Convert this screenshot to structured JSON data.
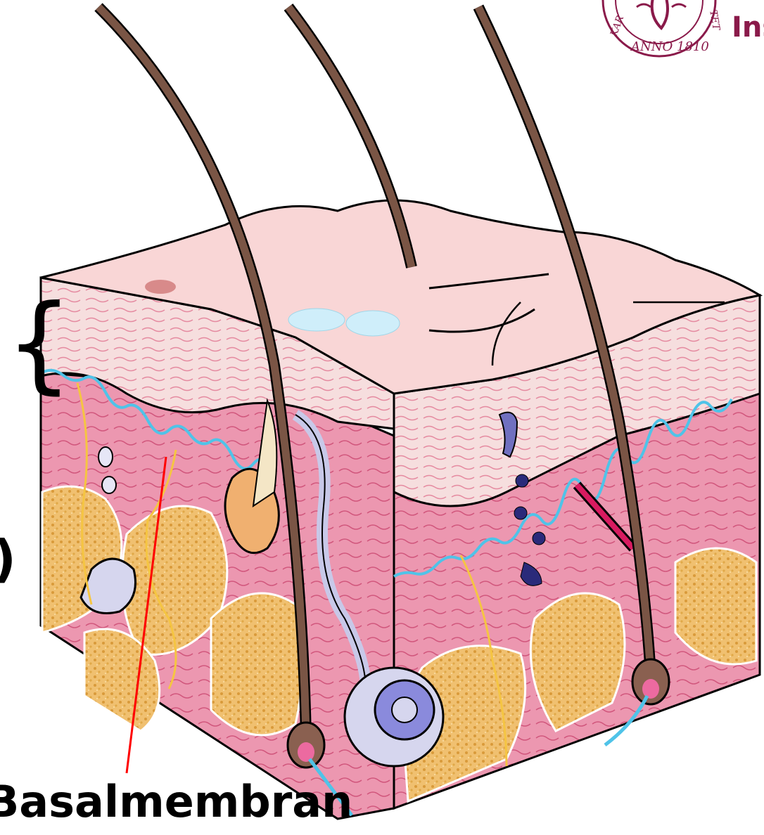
{
  "labels": {
    "basalmembran": "Basalmembran",
    "paren_fragment": ")"
  },
  "logo": {
    "seal_text": "ANNO 1810",
    "seal_letters_left": "KAR",
    "seal_letters_right": "TET",
    "wordmark_fragment": "Ins"
  },
  "colors": {
    "hair": "#6b4a3a",
    "epidermis": "#f6d6d6",
    "dermis": "#e98ca8",
    "fat": "#e8b45a",
    "basal_line": "#4fc3e8",
    "pointer_line": "#ff0000",
    "brand": "#8a1a4a"
  }
}
